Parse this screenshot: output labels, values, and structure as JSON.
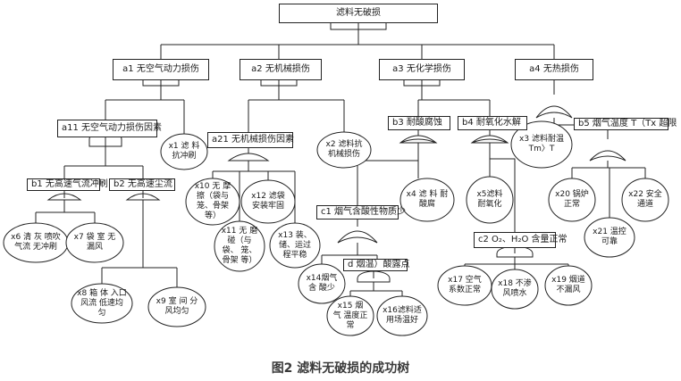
{
  "diagram": {
    "caption": "图2 滤料无破损的成功树",
    "top_event": "滤料无破损",
    "nodes": {
      "a1": "a1 无空气动力损伤",
      "a2": "a2 无机械损伤",
      "a3": "a3 无化学损伤",
      "a4": "a4 无热损伤",
      "a11": "a11 无空气动力损伤因素",
      "a21": "a21 无机械损伤因素",
      "b1": "b1 无高速气流冲刷",
      "b2": "b2 无高速尘流",
      "b3": "b3 耐酸腐蚀",
      "b4": "b4 耐氧化水解",
      "b5": "b5 烟气温度 T（Tx 超限",
      "c1": "c1 烟气含酸性物质少",
      "c2": "c2 O₂、H₂O 含量正常",
      "d": "d 烟温）酸露点"
    },
    "basic_events": {
      "x1": "x1 滤 料 抗冲刷",
      "x2": "x2 滤料抗机械损伤",
      "x3": "x3 滤料耐温 Tm〉T",
      "x4": "x4 滤 料 耐酸腐",
      "x5": "x5滤料 耐氧化",
      "x6": "x6 清 灰 喷吹气流 无冲刷",
      "x7": "x7 袋 室 无漏风",
      "x8": "x8 箱 体 入口风流 低速均匀",
      "x9": "x9 室 间 分风均匀",
      "x10": "x10 无 摩 擦（袋与 笼、骨架 等）",
      "x11": "x11 无 磨 碰（与袋、 笼、骨架 等）",
      "x12": "x12 滤袋 安装牢固",
      "x13": "x13 装、 储、运过 程平稳",
      "x14": "x14烟气含 酸少",
      "x15": "x15 烟 气 温度正常",
      "x16": "x16滤料适 用场温好",
      "x17": "x17 空气 系数正常",
      "x18": "x18 不渗 风喷水",
      "x19": "x19 烟道 不漏风",
      "x20": "x20 锅炉 正常",
      "x21": "x21 温控 可靠",
      "x22": "x22 安全 通道"
    }
  }
}
